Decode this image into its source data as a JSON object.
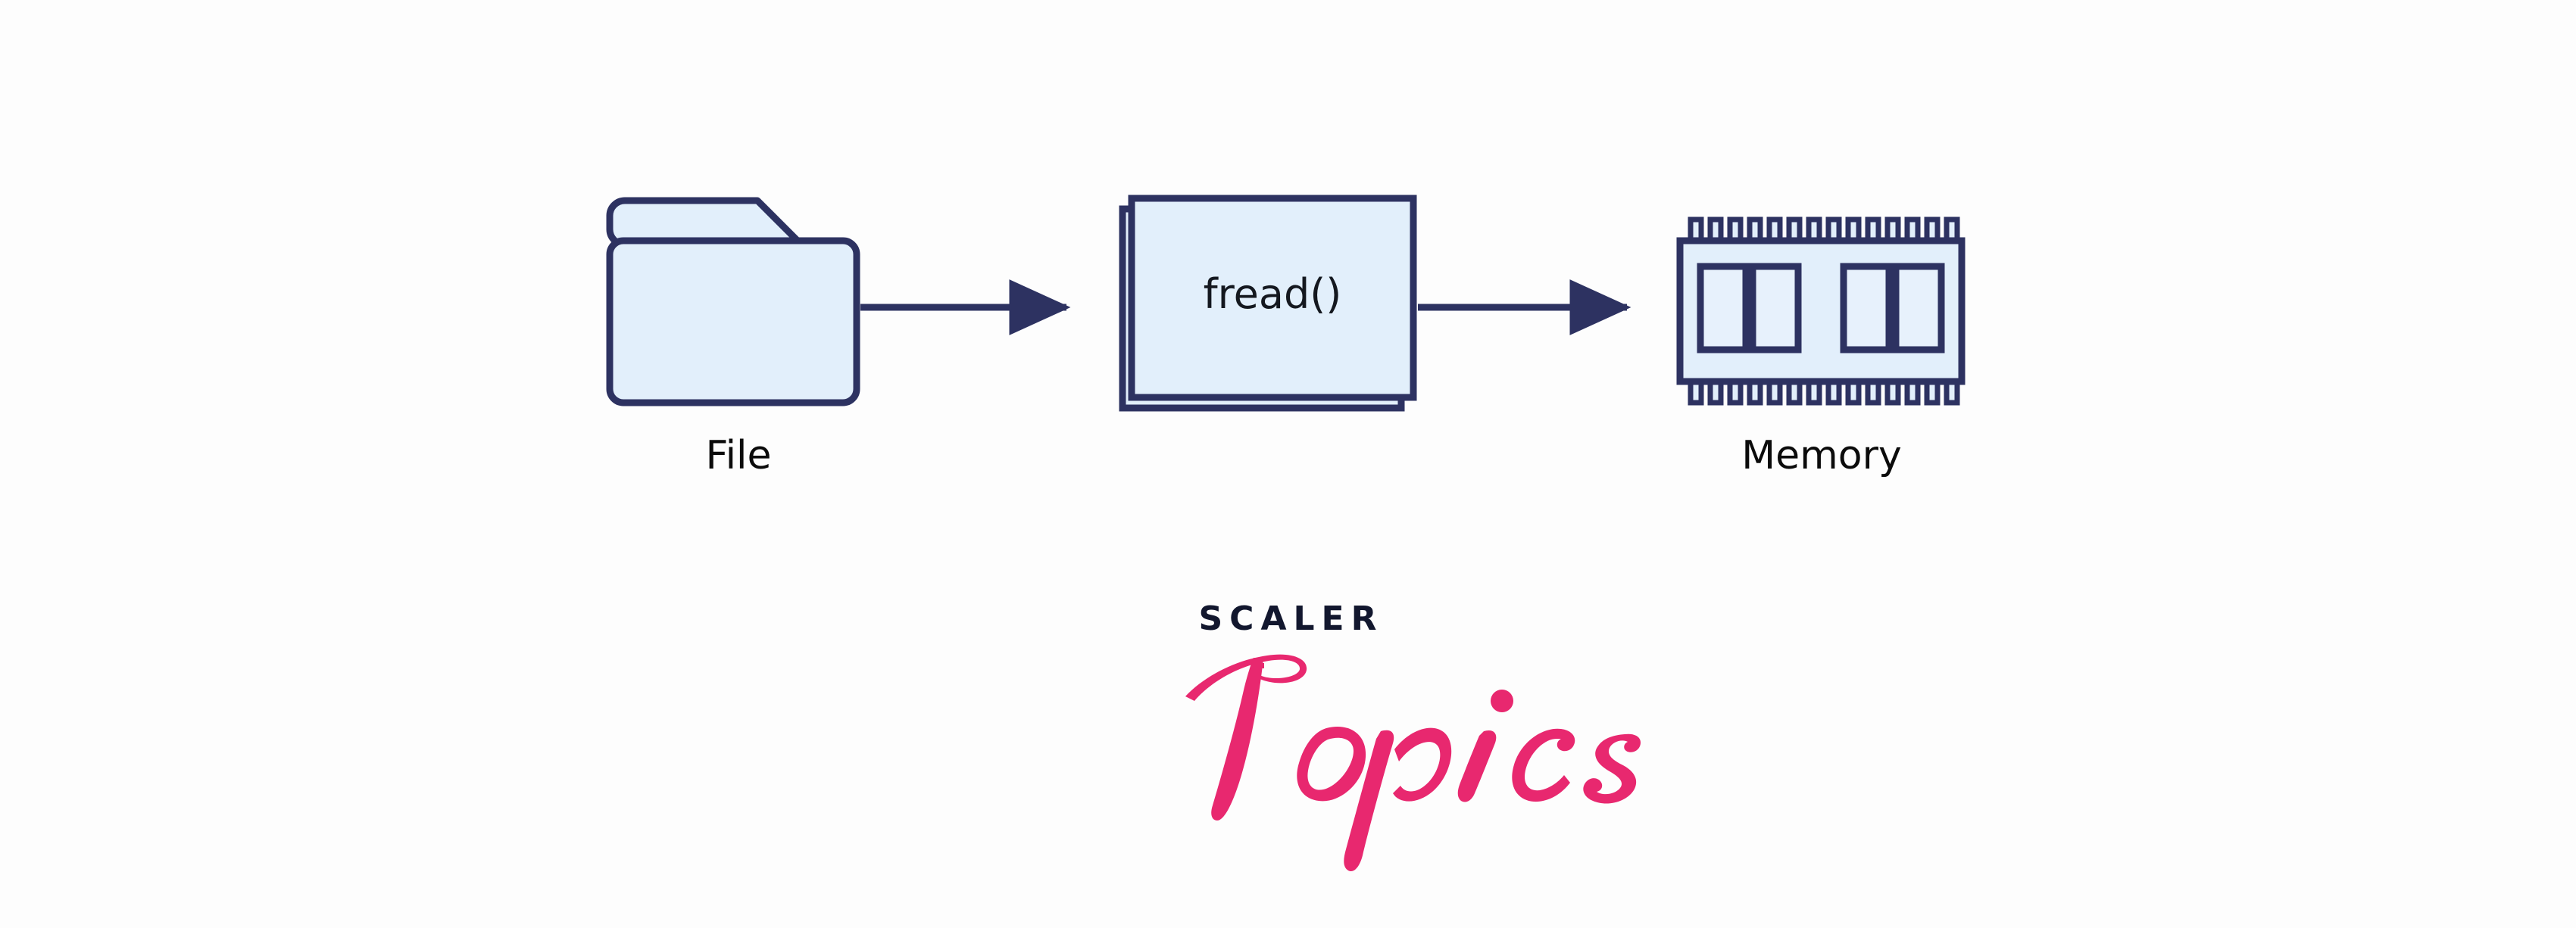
{
  "diagram": {
    "title": "fread() data flow",
    "background_color": "#fdfdfd",
    "fill_color": "#e2effb",
    "stroke_color": "#2d3261",
    "text_color": "#0b0b0b",
    "nodes": [
      {
        "id": "file",
        "icon": "folder-icon",
        "label": "File"
      },
      {
        "id": "fread",
        "icon": "stacked-document-icon",
        "label": "fread()"
      },
      {
        "id": "memory",
        "icon": "memory-chip-icon",
        "label": "Memory"
      }
    ],
    "edges": [
      {
        "id": "file-to-fread",
        "from": "File",
        "to": "fread()",
        "arrow": "right"
      },
      {
        "id": "fread-to-memory",
        "from": "fread()",
        "to": "Memory",
        "arrow": "right"
      }
    ],
    "memory_chip": {
      "pin_count_top": 14,
      "pin_count_bottom": 14,
      "inner_block_count": 4
    }
  },
  "logo": {
    "brand": "SCALER",
    "product": "Topics",
    "brand_color": "#12172e",
    "product_color": "#e8286f"
  }
}
